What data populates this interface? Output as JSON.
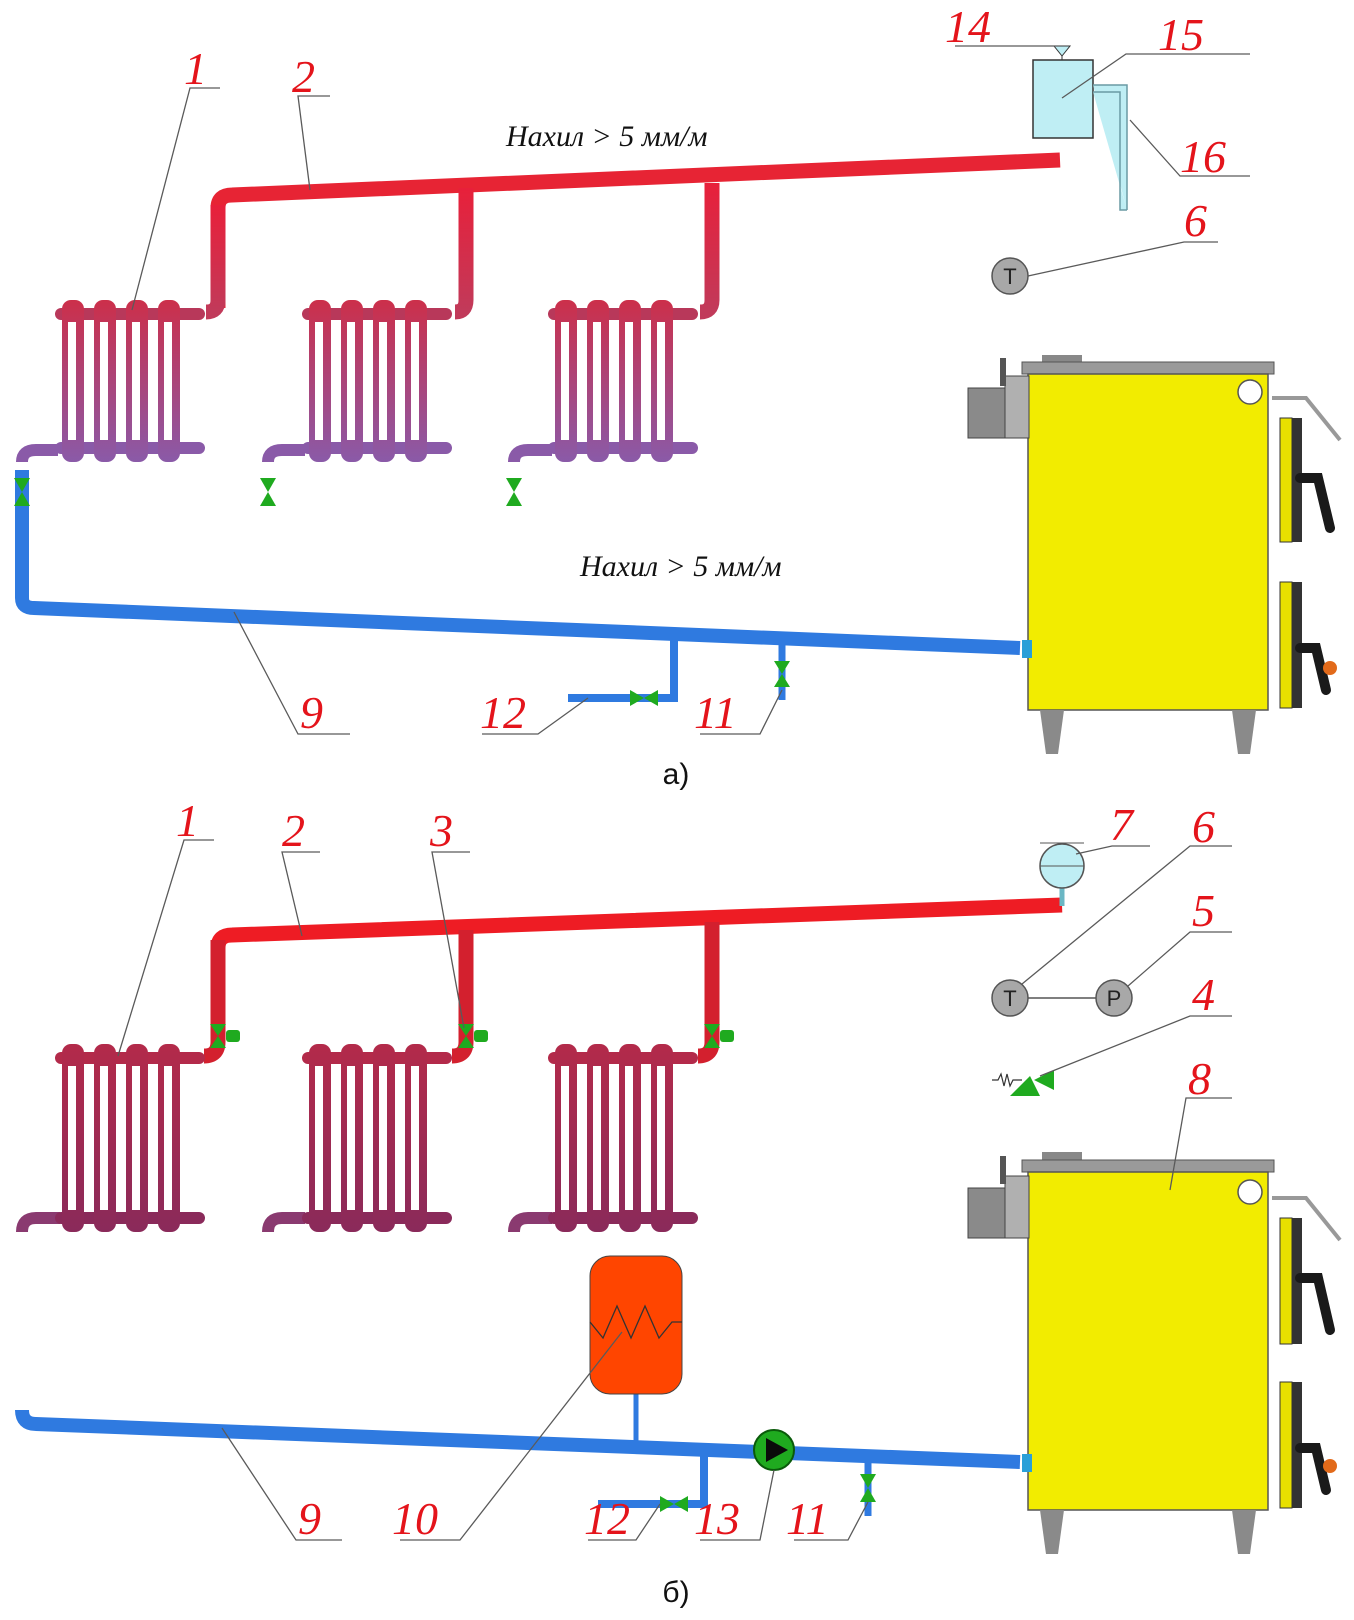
{
  "diagram_a": {
    "caption": "а)",
    "slope_supply": "Нахил > 5 мм/м",
    "slope_return": "Нахил > 5 мм/м",
    "labels": [
      "1",
      "2",
      "14",
      "15",
      "16",
      "6",
      "9",
      "12",
      "11"
    ]
  },
  "diagram_b": {
    "caption": "б)",
    "labels": [
      "1",
      "2",
      "3",
      "7",
      "6",
      "5",
      "4",
      "8",
      "9",
      "10",
      "12",
      "13",
      "11"
    ]
  },
  "gauges": {
    "thermometer": "T",
    "manometer": "P"
  },
  "colors": {
    "supply": "#ee1c24",
    "return": "#2f7ae0",
    "boiler": "#f2ec00",
    "tank": "#bfeef4",
    "expansion_vessel": "#ff4500",
    "valve": "#1faa1f",
    "labels": "#e4141b"
  }
}
